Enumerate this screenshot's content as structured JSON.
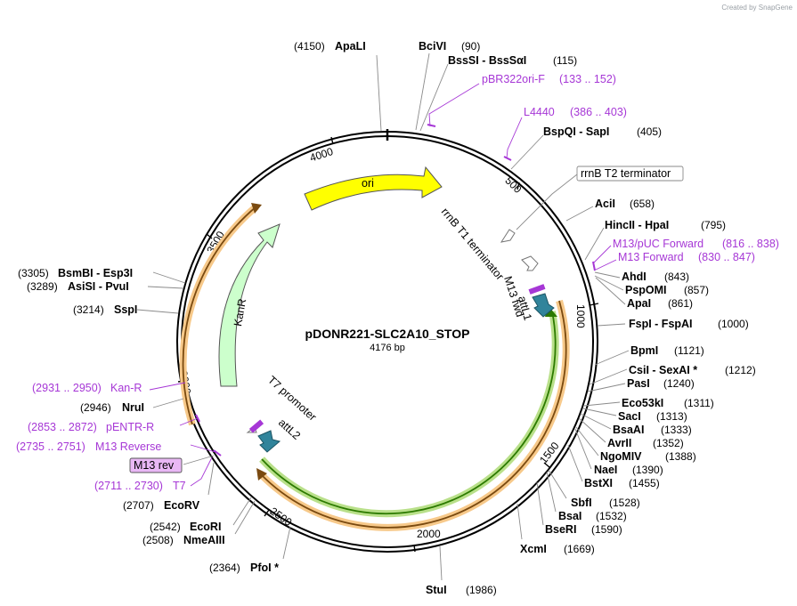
{
  "watermark": "Created by SnapGene",
  "plasmid": {
    "name": "pDONR221-SLC2A10_STOP",
    "length": "4176 bp"
  },
  "ticks": [
    "500",
    "1000",
    "1500",
    "2000",
    "2500",
    "3000",
    "3500",
    "4000"
  ],
  "features": {
    "ori": "ori",
    "kanr": "KanR",
    "rrnb_t1": "rrnB T1 terminator",
    "rrnb_t2": "rrnB T2 terminator",
    "m13fwd": "M13 fwd",
    "attl1": "attL1",
    "t7": "T7 promoter",
    "attl2": "attL2",
    "m13rev": "M13 rev"
  },
  "sites": [
    {
      "id": "apali1",
      "pos": "(4150)",
      "name": "ApaLI"
    },
    {
      "id": "bcivi",
      "pos": "(90)",
      "name": "BciVI"
    },
    {
      "id": "bsssi",
      "pos": "(115)",
      "name": "BssSI  -  BssSαI"
    },
    {
      "id": "bspqi",
      "pos": "(405)",
      "name": "BspQI  -  SapI"
    },
    {
      "id": "acii",
      "pos": "(658)",
      "name": "AciI"
    },
    {
      "id": "hincii",
      "pos": "(795)",
      "name": "HincII  -  HpaI"
    },
    {
      "id": "ahdi",
      "pos": "(843)",
      "name": "AhdI"
    },
    {
      "id": "pspomi",
      "pos": "(857)",
      "name": "PspOMI"
    },
    {
      "id": "apai",
      "pos": "(861)",
      "name": "ApaI"
    },
    {
      "id": "fspi",
      "pos": "(1000)",
      "name": "FspI  -  FspAI"
    },
    {
      "id": "bpmi",
      "pos": "(1121)",
      "name": "BpmI"
    },
    {
      "id": "csii",
      "pos": "(1212)",
      "name": "CsiI  -  SexAI *"
    },
    {
      "id": "pasi",
      "pos": "(1240)",
      "name": "PasI"
    },
    {
      "id": "eco53ki",
      "pos": "(1311)",
      "name": "Eco53kI"
    },
    {
      "id": "saci",
      "pos": "(1313)",
      "name": "SacI"
    },
    {
      "id": "bsaai",
      "pos": "(1333)",
      "name": "BsaAI"
    },
    {
      "id": "avrii",
      "pos": "(1352)",
      "name": "AvrII"
    },
    {
      "id": "ngomiv",
      "pos": "(1388)",
      "name": "NgoMIV"
    },
    {
      "id": "naei",
      "pos": "(1390)",
      "name": "NaeI"
    },
    {
      "id": "bstxi",
      "pos": "(1455)",
      "name": "BstXI"
    },
    {
      "id": "sbfi",
      "pos": "(1528)",
      "name": "SbfI"
    },
    {
      "id": "bsai",
      "pos": "(1532)",
      "name": "BsaI"
    },
    {
      "id": "bseri",
      "pos": "(1590)",
      "name": "BseRI"
    },
    {
      "id": "xcmi",
      "pos": "(1669)",
      "name": "XcmI"
    },
    {
      "id": "stui",
      "pos": "(1986)",
      "name": "StuI"
    },
    {
      "id": "pfoi",
      "pos": "(2364)",
      "name": "PfoI *"
    },
    {
      "id": "nmeaiii",
      "pos": "(2508)",
      "name": "NmeAIII"
    },
    {
      "id": "ecori",
      "pos": "(2542)",
      "name": "EcoRI"
    },
    {
      "id": "ecorv",
      "pos": "(2707)",
      "name": "EcoRV"
    },
    {
      "id": "nrui",
      "pos": "(2946)",
      "name": "NruI"
    },
    {
      "id": "sspi",
      "pos": "(3214)",
      "name": "SspI"
    },
    {
      "id": "asisi",
      "pos": "(3289)",
      "name": "AsiSI  -  PvuI"
    },
    {
      "id": "bsmbi",
      "pos": "(3305)",
      "name": "BsmBI  -  Esp3I"
    }
  ],
  "primers": [
    {
      "id": "pbr322",
      "name": "pBR322ori-F",
      "range": "(133 .. 152)"
    },
    {
      "id": "l4440",
      "name": "L4440",
      "range": "(386 .. 403)"
    },
    {
      "id": "m13puc",
      "name": "M13/pUC Forward",
      "range": "(816 .. 838)"
    },
    {
      "id": "m13forward",
      "name": "M13 Forward",
      "range": "(830 .. 847)"
    },
    {
      "id": "kanr_p",
      "name": "Kan-R",
      "range": "(2931 .. 2950)"
    },
    {
      "id": "pentr",
      "name": "pENTR-R",
      "range": "(2853 .. 2872)"
    },
    {
      "id": "m13reverse",
      "name": "M13 Reverse",
      "range": "(2735 .. 2751)"
    },
    {
      "id": "t7p",
      "name": "T7",
      "range": "(2711 .. 2730)"
    }
  ],
  "colors": {
    "backbone": "#000000",
    "ori": "#ffff00",
    "kanr": "#ccffcc",
    "attl": "#31849b",
    "primer": "#a637d6",
    "orange_band": "#f7c98a",
    "green_band": "#b9e08a",
    "m13rev_bg": "#e9b8f5"
  }
}
